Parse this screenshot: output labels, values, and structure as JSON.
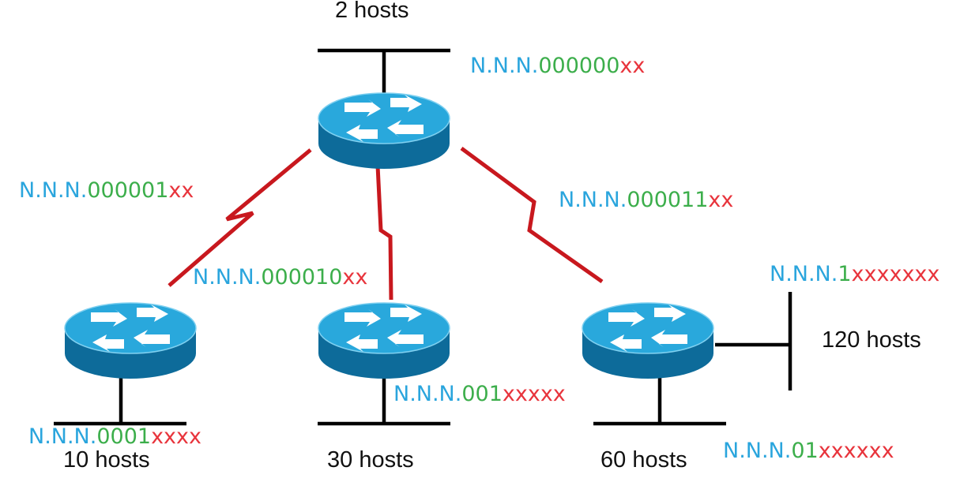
{
  "colors": {
    "network_prefix": "#2aa5dd",
    "subnet_bits": "#3cae4b",
    "host_bits": "#e8343c",
    "ethernet": "#000000",
    "serial_link": "#c8181e",
    "router_top": "#29a8dc",
    "router_side": "#0d6b9a",
    "hosts_text": "#111111"
  },
  "routers": [
    {
      "id": "core",
      "icon": "router-icon"
    },
    {
      "id": "left",
      "icon": "router-icon"
    },
    {
      "id": "middle",
      "icon": "router-icon"
    },
    {
      "id": "right",
      "icon": "router-icon"
    }
  ],
  "host_labels": {
    "top": "2 hosts",
    "left": "10 hosts",
    "middle": "30 hosts",
    "right_bottom": "60 hosts",
    "right_side": "120 hosts"
  },
  "addresses": {
    "top_lan": {
      "prefix": "N.N.N.",
      "subnet": "000000",
      "host": "xx"
    },
    "wan_left": {
      "prefix": "N.N.N.",
      "subnet": "000001",
      "host": "xx"
    },
    "wan_middle": {
      "prefix": "N.N.N.",
      "subnet": "000010",
      "host": "xx"
    },
    "wan_right": {
      "prefix": "N.N.N.",
      "subnet": "000011",
      "host": "xx"
    },
    "left_lan": {
      "prefix": "N.N.N.",
      "subnet": "0001",
      "host": "xxxx"
    },
    "middle_lan": {
      "prefix": "N.N.N.",
      "subnet": "001",
      "host": "xxxxx"
    },
    "right_lan": {
      "prefix": "N.N.N.",
      "subnet": "01",
      "host": "xxxxxx"
    },
    "right_side_lan": {
      "prefix": "N.N.N.",
      "subnet": "1",
      "host": "xxxxxxx"
    }
  }
}
